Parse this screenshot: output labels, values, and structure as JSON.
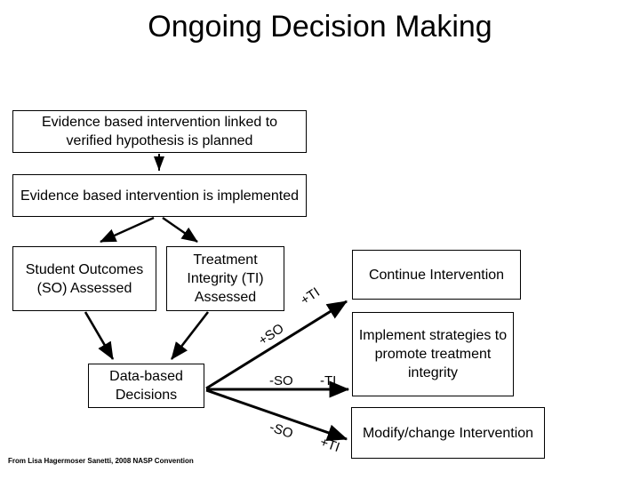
{
  "slide": {
    "title": "Ongoing Decision Making",
    "credit": "From Lisa Hagermoser Sanetti, 2008 NASP Convention",
    "background_color": "#ffffff",
    "line_color": "#000000",
    "text_color": "#000000"
  },
  "boxes": {
    "plan": "Evidence based intervention linked to verified hypothesis is planned",
    "implement": "Evidence based intervention is implemented",
    "student_outcomes": "Student Outcomes (SO) Assessed",
    "treatment_integrity": "Treatment Integrity (TI) Assessed",
    "data_based": "Data-based Decisions",
    "continue": "Continue Intervention",
    "strategies": "Implement strategies to promote treatment integrity",
    "modify": "Modify/change Intervention"
  },
  "arrow_labels": {
    "plus_so": "+SO",
    "plus_ti": "+TI",
    "minus_so": "-SO",
    "minus_ti": "-TI",
    "minus_so_2": "-SO",
    "plus_ti_2": "+TI"
  }
}
